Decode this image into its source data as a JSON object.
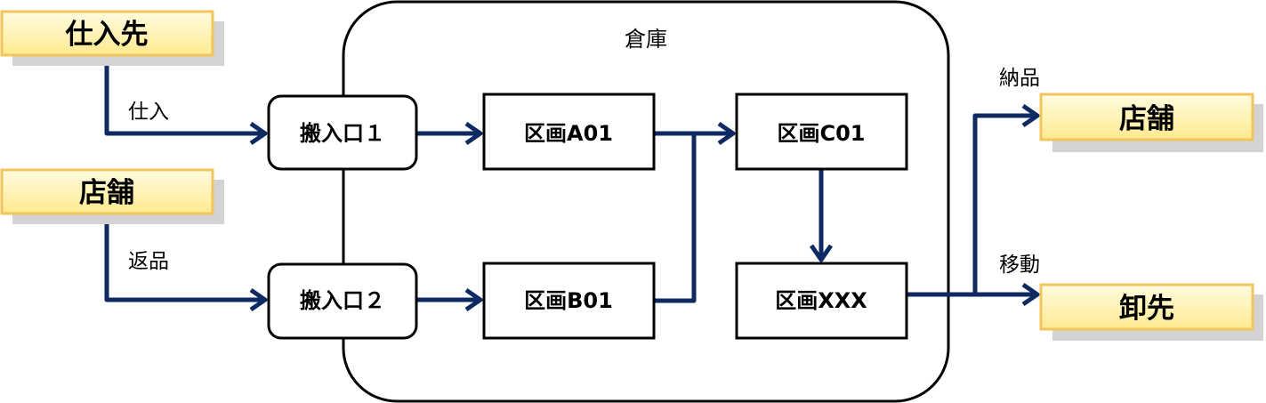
{
  "diagram": {
    "container": {
      "title": "倉庫"
    },
    "external": {
      "supplier": "仕入先",
      "store_in": "店舗",
      "store_out": "店舗",
      "wholesale": "卸先"
    },
    "nodes": {
      "entrance1": "搬入口１",
      "entrance2": "搬入口２",
      "a01": "区画A01",
      "b01": "区画B01",
      "c01": "区画C01",
      "xxx": "区画XXX"
    },
    "edge_labels": {
      "purchase": "仕入",
      "return": "返品",
      "delivery": "納品",
      "transfer": "移動"
    }
  },
  "colors": {
    "arrow": "#0f2a63",
    "external_fill_top": "#fff7c8",
    "external_fill_bottom": "#ffec9a",
    "external_border": "#f2c45c",
    "external_shadow": "#d3d3d3",
    "node_border": "#000000",
    "container_border": "#000000"
  }
}
